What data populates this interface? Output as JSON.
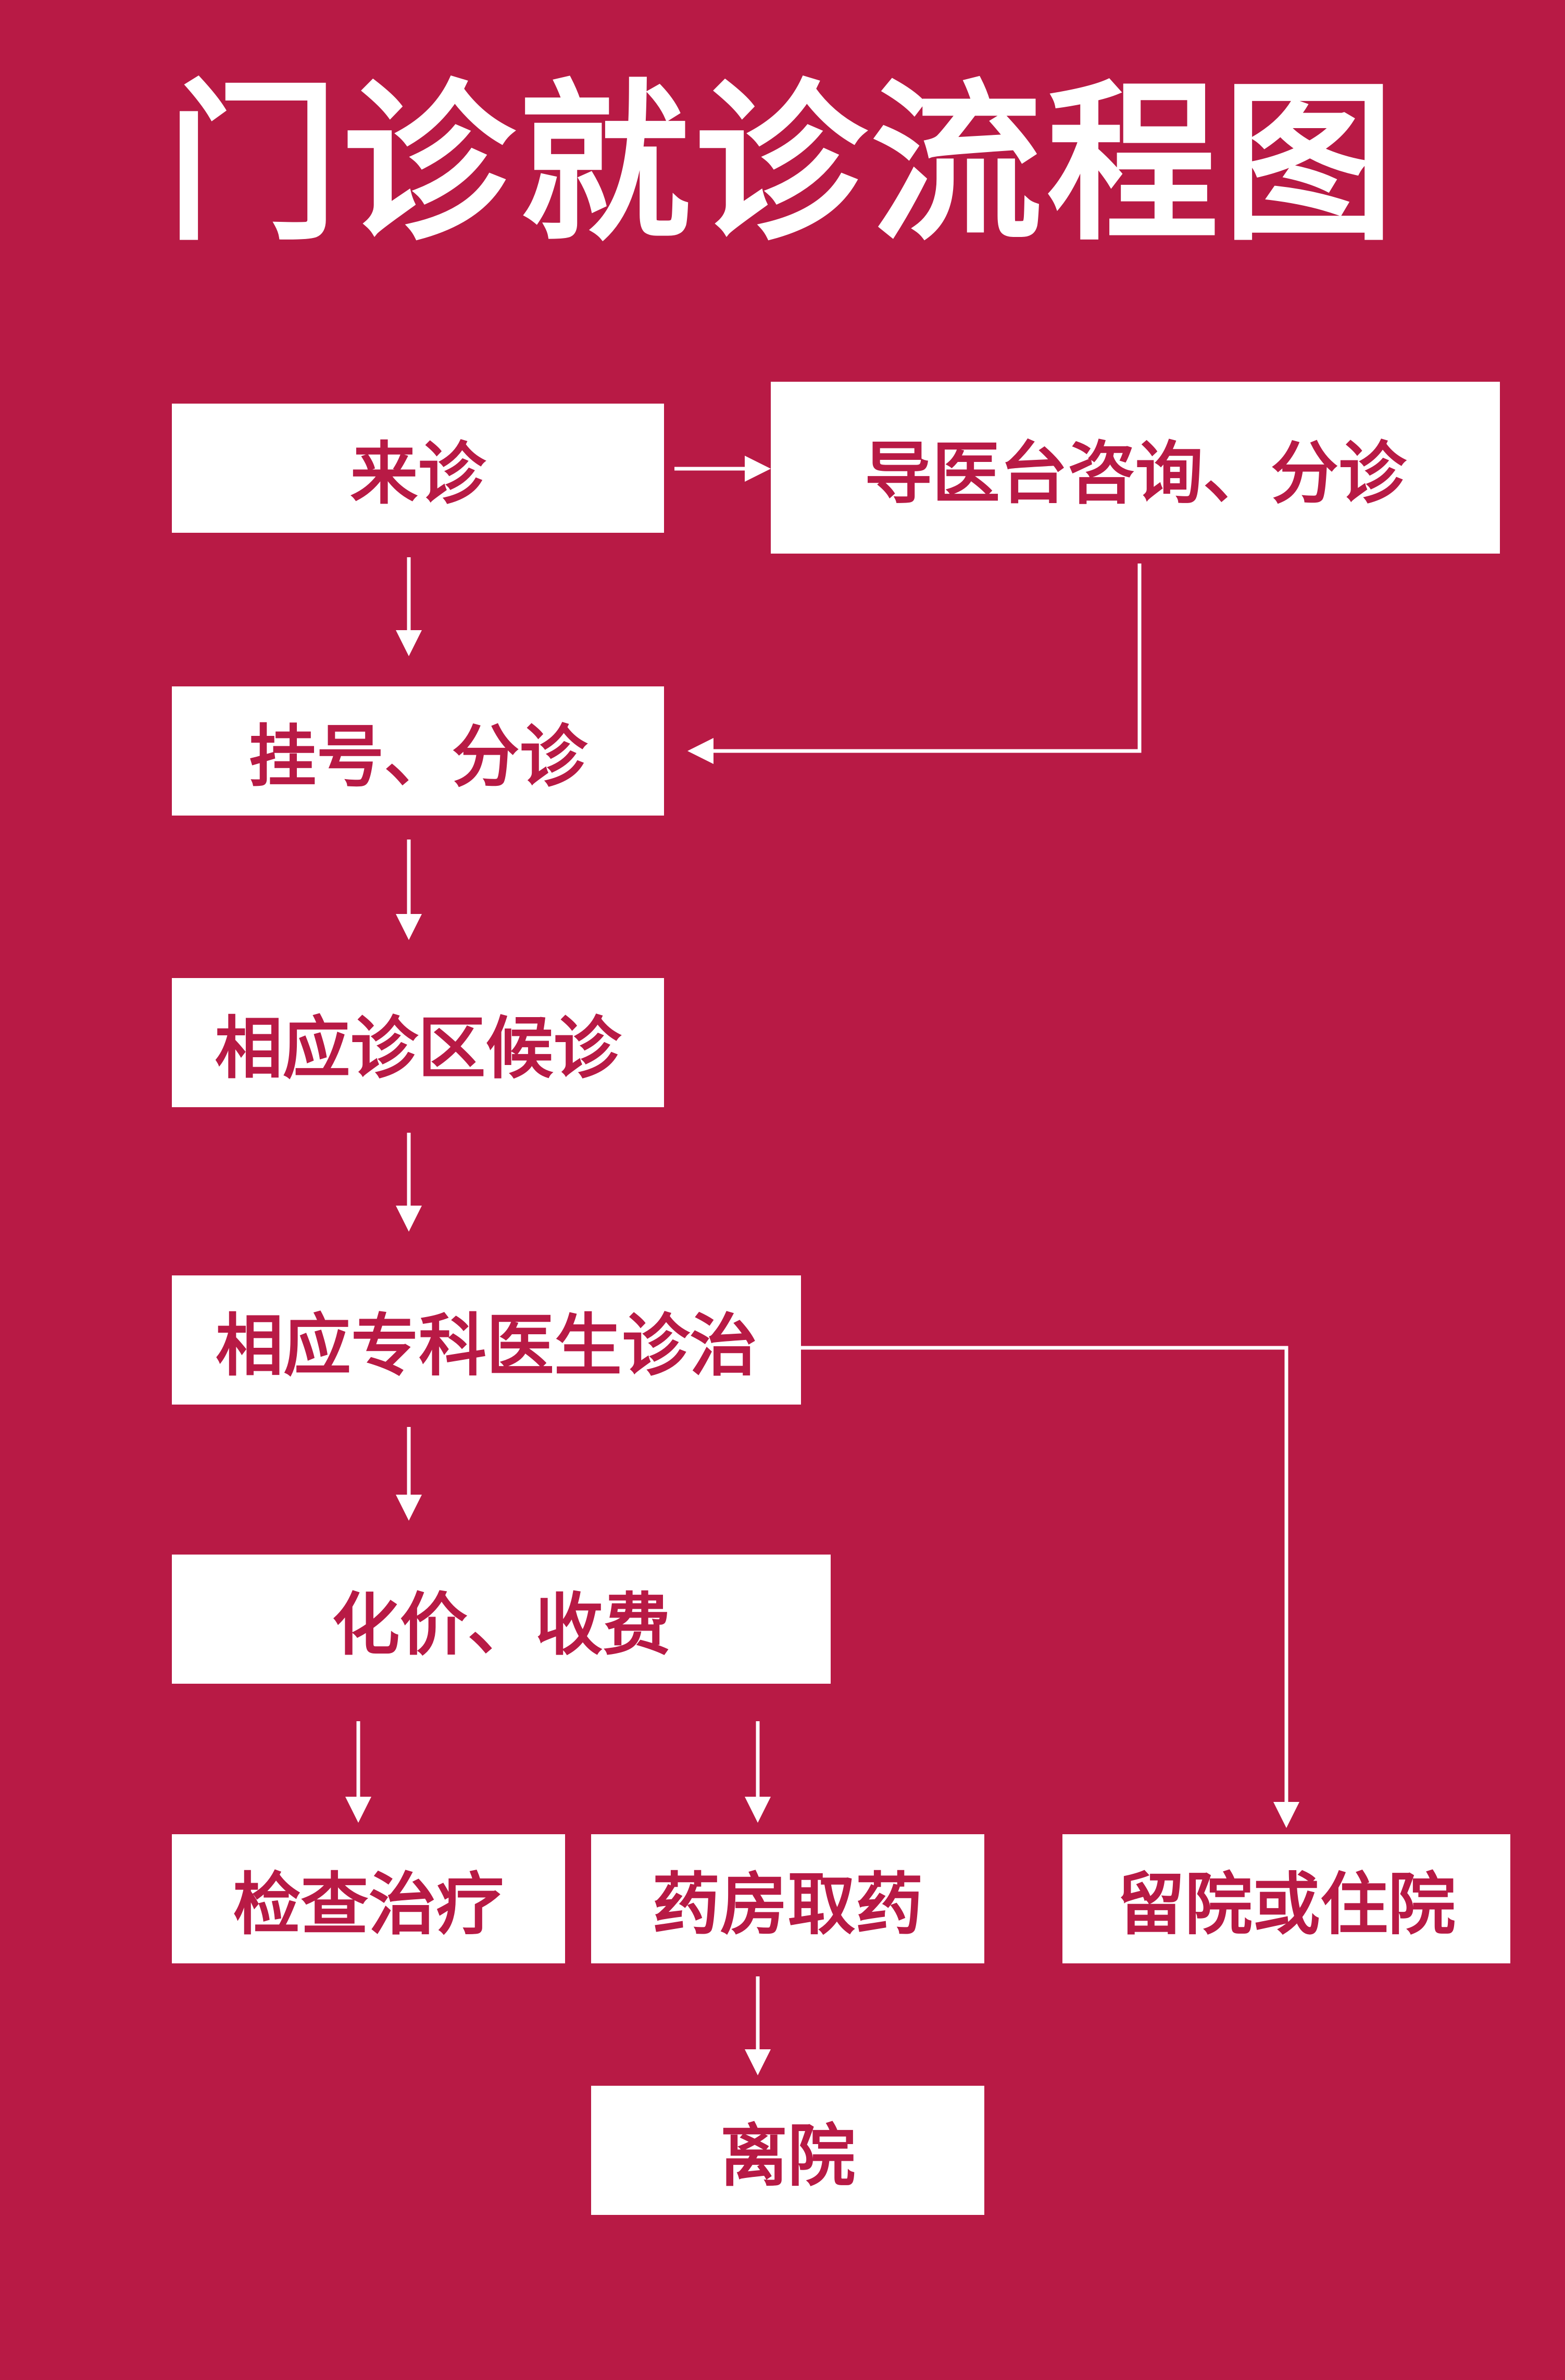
{
  "title": "门诊就诊流程图",
  "colors": {
    "background": "#b81a45",
    "box": "#ffffff",
    "box_text": "#b81a45",
    "connector": "#ffffff"
  },
  "nodes": {
    "arrival": "来诊",
    "guide_desk": "导医台咨询、分诊",
    "registration": "挂号、分诊",
    "waiting": "相应诊区候诊",
    "doctor": "相应专科医生诊治",
    "billing": "化价、收费",
    "exam": "检查治疗",
    "pharmacy": "药房取药",
    "admission": "留院或住院",
    "discharge": "离院"
  }
}
